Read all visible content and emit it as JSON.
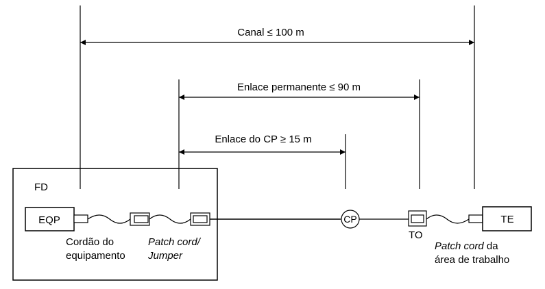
{
  "dimensions": {
    "canal": "Canal ≤ 100 m",
    "permanent_link": "Enlace permanente ≤ 90 m",
    "cp_link": "Enlace do CP ≥ 15 m"
  },
  "blocks": {
    "fd": "FD",
    "eqp": "EQP",
    "te": "TE",
    "cp": "CP",
    "to": "TO"
  },
  "labels": {
    "equipment_cord_1": "Cordão do",
    "equipment_cord_2": "equipamento",
    "patch_cord_1": "Patch cord/",
    "patch_cord_2": "Jumper",
    "work_area_cord_1_italic": "Patch cord",
    "work_area_cord_1_rest": " da",
    "work_area_cord_2": "área de trabalho"
  }
}
